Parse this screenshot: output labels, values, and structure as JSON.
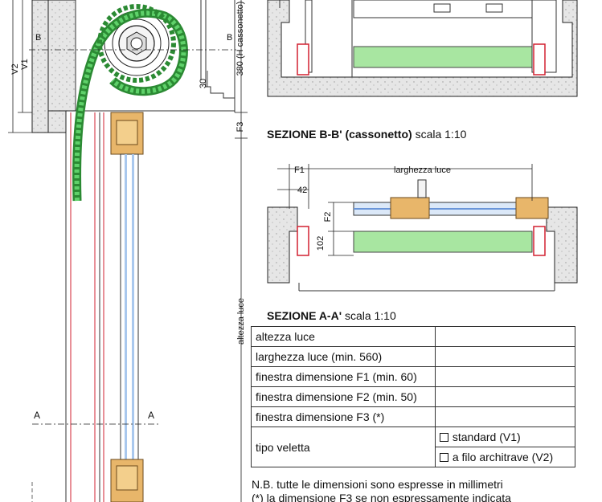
{
  "drawing": {
    "left_labels": {
      "v2": "V2",
      "v1": "V1",
      "b_left": "B",
      "b_right": "B",
      "h_cassonetto": "380 (H cassonetto)",
      "dim_30": "30",
      "f3": "F3",
      "altezza_luce": "altezza luce",
      "a_left": "A",
      "a_right": "A"
    },
    "section_aa": {
      "f1": "F1",
      "dim_42": "42",
      "larghezza_luce": "larghezza luce",
      "f2": "F2",
      "dim_102": "102"
    }
  },
  "titles": {
    "bb_bold": "SEZIONE B-B' (cassonetto)",
    "bb_scale": "scala 1:10",
    "aa_bold": "SEZIONE A-A'",
    "aa_scale": "scala 1:10"
  },
  "form": {
    "rows": [
      {
        "label": "altezza luce",
        "value": ""
      },
      {
        "label": "larghezza luce (min. 560)",
        "value": ""
      },
      {
        "label": "finestra dimensione F1 (min. 60)",
        "value": ""
      },
      {
        "label": "finestra dimensione F2 (min. 50)",
        "value": ""
      },
      {
        "label": "finestra dimensione F3 (*)",
        "value": ""
      }
    ],
    "veletta_label": "tipo veletta",
    "veletta_options": [
      "standard (V1)",
      "a filo architrave (V2)"
    ]
  },
  "notes": {
    "line1": "N.B. tutte le dimensioni sono espresse in millimetri",
    "line2": "(*) la dimensione F3 se non espressamente indicata"
  },
  "colors": {
    "slat_green": "#2fa83c",
    "glass_green": "#a8e6a1",
    "wood": "#e8b66a",
    "gasket_red": "#d22030",
    "glass_blue": "#a9c8ee"
  }
}
